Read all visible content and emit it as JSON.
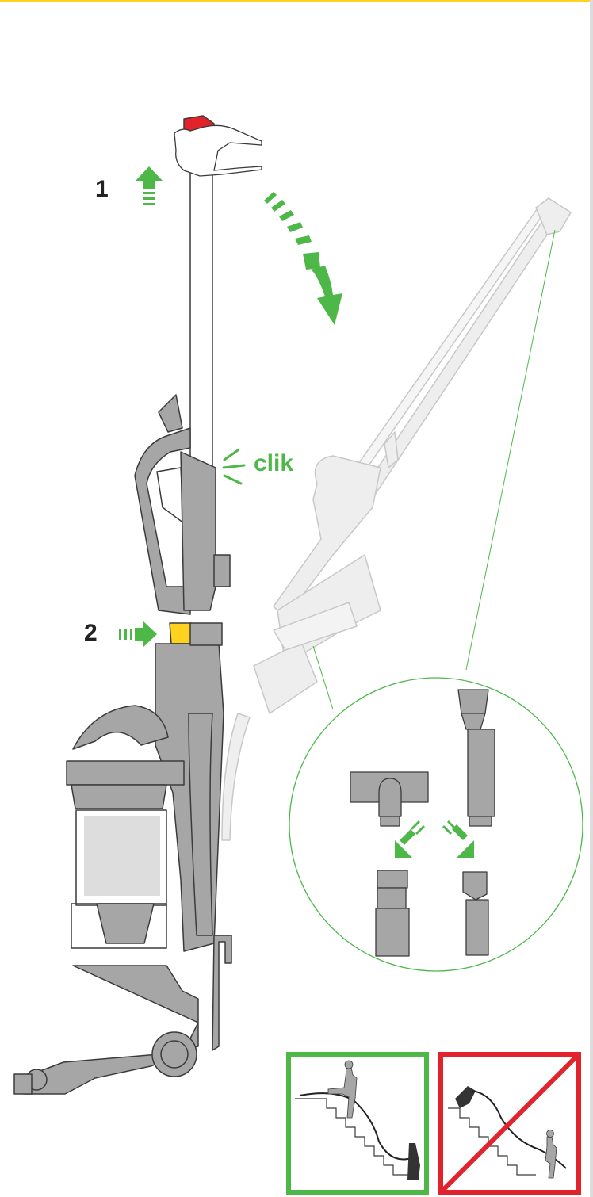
{
  "steps": {
    "step1_label": "1",
    "step2_label": "2"
  },
  "sound_label": "clik",
  "panels": [
    {
      "name": "correct-stairs-use",
      "status": "allowed"
    },
    {
      "name": "incorrect-stairs-use",
      "status": "not-allowed"
    }
  ],
  "colors": {
    "accent_green": "#4db848",
    "release_red": "#e3232b",
    "release_yellow": "#ffd21f",
    "top_bar_yellow": "#ffd21f",
    "body_grey": "#a6a6a6",
    "outline": "#3b3b3b",
    "ghost_grey": "#e6e6e6",
    "forbidden_red": "#e3232b"
  },
  "icons": [
    "up-arrow-icon",
    "right-arrow-icon",
    "curved-arrow-icon",
    "click-lines-icon",
    "down-left-arrow-icon",
    "down-right-arrow-icon",
    "prohibited-cross-icon"
  ]
}
